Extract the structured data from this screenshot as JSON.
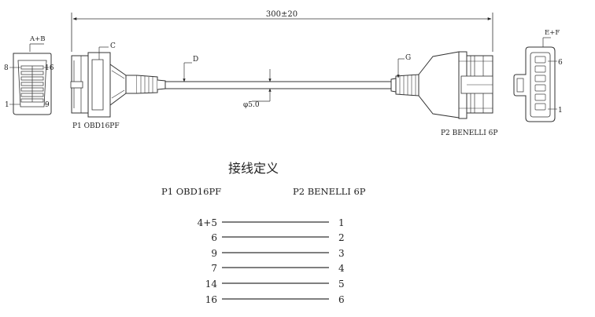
{
  "dimensions": {
    "overall_length": "300±20",
    "cable_diameter": "φ5.0"
  },
  "callouts": {
    "a_b": "A+B",
    "c": "C",
    "d": "D",
    "g": "G",
    "e_f": "E+F"
  },
  "p1_face": {
    "pin_top_left": "8",
    "pin_top_right": "16",
    "pin_bottom_left": "1",
    "pin_bottom_right": "9"
  },
  "p2_face": {
    "pin_top": "6",
    "pin_bottom": "1"
  },
  "connector_labels": {
    "p1": "P1 OBD16PF",
    "p2": "P2 BENELLI 6P"
  },
  "wiring": {
    "title": "接线定义",
    "header_left": "P1 OBD16PF",
    "header_right": "P2 BENELLI 6P",
    "rows": [
      {
        "from": "4+5",
        "to": "1"
      },
      {
        "from": "6",
        "to": "2"
      },
      {
        "from": "9",
        "to": "3"
      },
      {
        "from": "7",
        "to": "4"
      },
      {
        "from": "14",
        "to": "5"
      },
      {
        "from": "16",
        "to": "6"
      }
    ]
  }
}
